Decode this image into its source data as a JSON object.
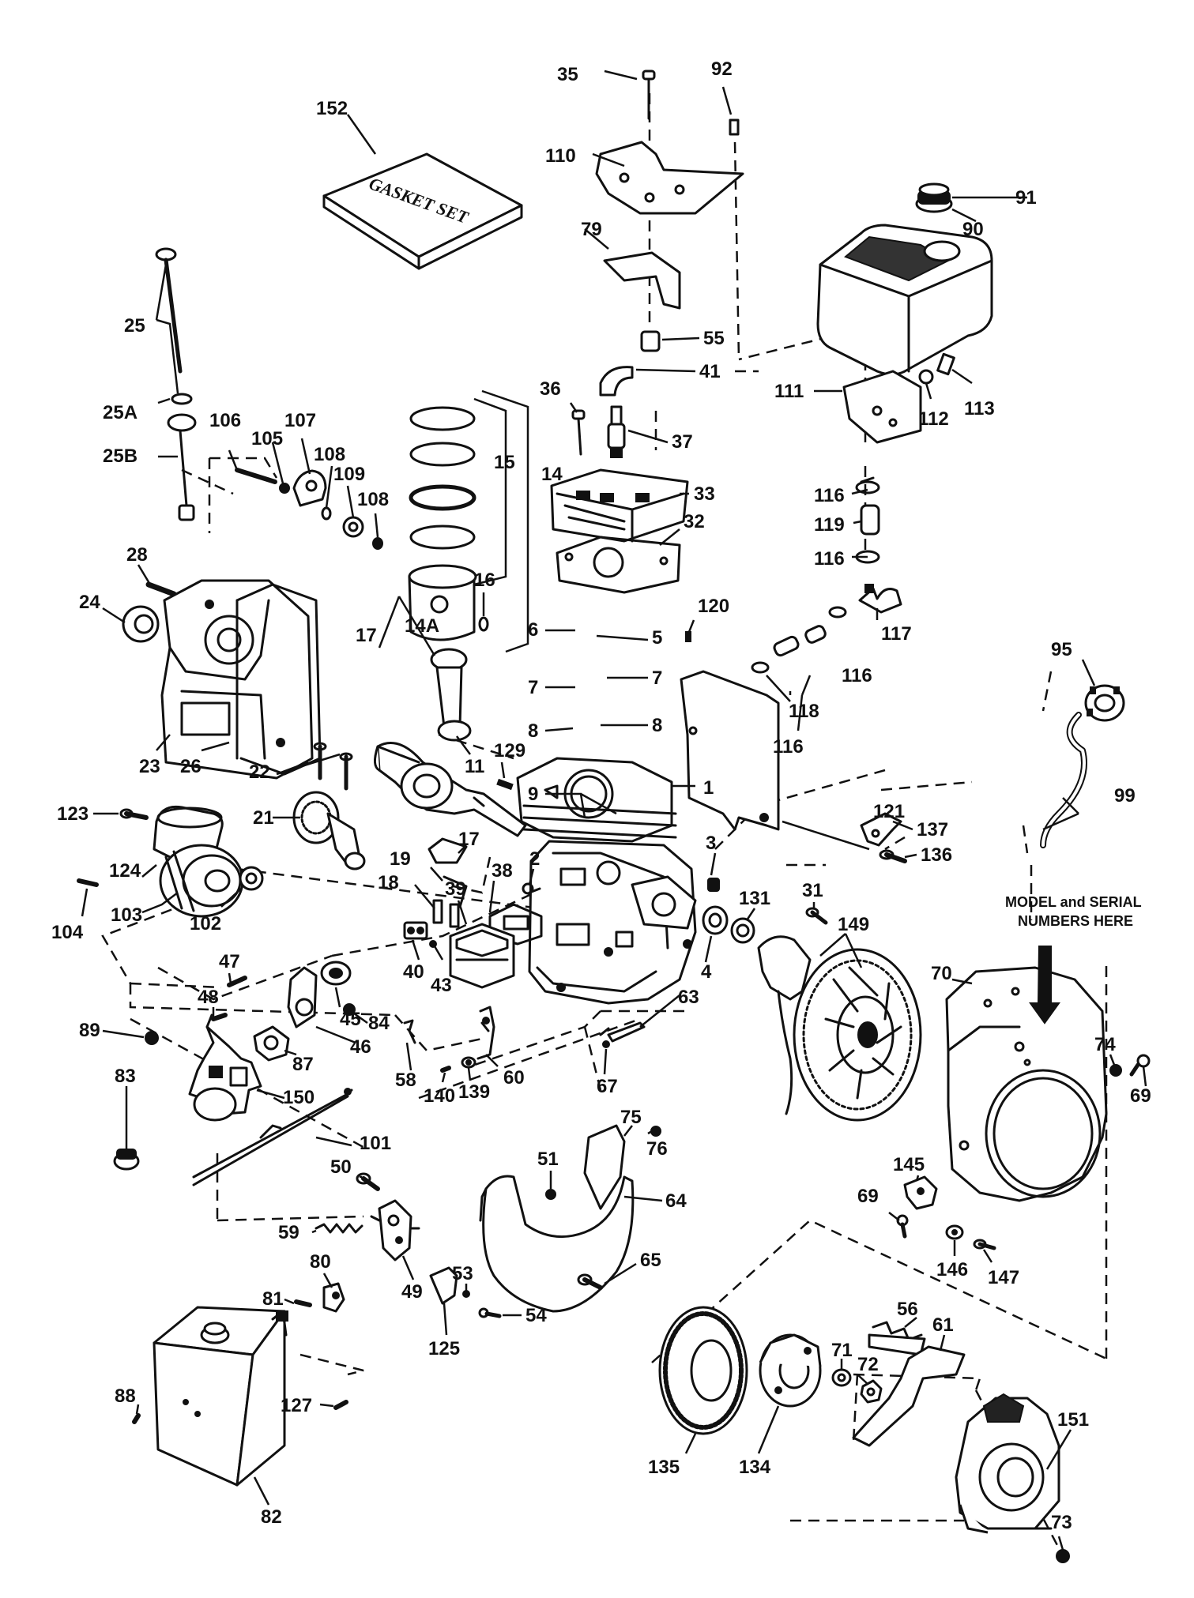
{
  "gasket_set_text": "GASKET SET",
  "model_note": [
    "MODEL and SERIAL",
    "NUMBERS HERE"
  ],
  "labels": {
    "p35": "35",
    "p92": "92",
    "p110": "110",
    "p152": "152",
    "p79": "79",
    "p91": "91",
    "p90": "90",
    "p55": "55",
    "p41": "41",
    "p25": "25",
    "p25A": "25A",
    "p25B": "25B",
    "p36": "36",
    "p37": "37",
    "p111": "111",
    "p112": "112",
    "p113": "113",
    "p106": "106",
    "p105": "105",
    "p107": "107",
    "p108a": "108",
    "p109": "109",
    "p108b": "108",
    "p15": "15",
    "p14": "14",
    "p33": "33",
    "p32": "32",
    "p116a": "116",
    "p119": "119",
    "p116b": "116",
    "p28": "28",
    "p24": "24",
    "p16": "16",
    "p14A": "14A",
    "p17a": "17",
    "p6": "6",
    "p5": "5",
    "p120": "120",
    "p117": "117",
    "p95": "95",
    "p7a": "7",
    "p7b": "7",
    "p8a": "8",
    "p8b": "8",
    "p9": "9",
    "p116c": "116",
    "p118": "118",
    "p116d": "116",
    "p23": "23",
    "p26": "26",
    "p22": "22",
    "p11": "11",
    "p129": "129",
    "p1": "1",
    "p121": "121",
    "p99": "99",
    "p123": "123",
    "p21": "21",
    "p124": "124",
    "p17b": "17",
    "p3": "3",
    "p137": "137",
    "p136": "136",
    "p104": "104",
    "p103": "103",
    "p102": "102",
    "p19": "19",
    "p18": "18",
    "p38": "38",
    "p2": "2",
    "p39": "39",
    "p31": "31",
    "p131": "131",
    "p149": "149",
    "p4": "4",
    "p40": "40",
    "p43": "43",
    "p47": "47",
    "p45": "45",
    "p70": "70",
    "p48": "48",
    "p84": "84",
    "p46": "46",
    "p87": "87",
    "p63": "63",
    "p74": "74",
    "p69a": "69",
    "p89": "89",
    "p83": "83",
    "p150": "150",
    "p58": "58",
    "p140": "140",
    "p139": "139",
    "p60": "60",
    "p67": "67",
    "p101": "101",
    "p75": "75",
    "p76": "76",
    "p51": "51",
    "p50": "50",
    "p64": "64",
    "p145": "145",
    "p69b": "69",
    "p146": "146",
    "p147": "147",
    "p59": "59",
    "p80": "80",
    "p65": "65",
    "p81": "81",
    "p49": "49",
    "p53": "53",
    "p54": "54",
    "p125": "125",
    "p56": "56",
    "p61": "61",
    "p71": "71",
    "p72": "72",
    "p88": "88",
    "p127": "127",
    "p135": "135",
    "p134": "134",
    "p151": "151",
    "p82": "82",
    "p73": "73"
  }
}
